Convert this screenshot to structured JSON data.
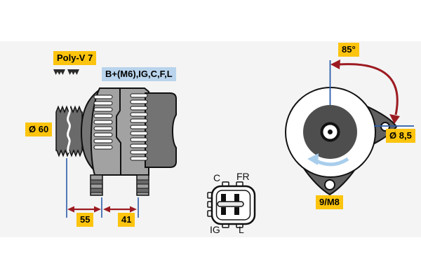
{
  "drawing": {
    "subject": "alternator-technical-drawing",
    "labels": {
      "belt_type": "Poly-V 7",
      "terminals": "B+(M6),IG,C,F,L",
      "pulley_diameter": "Ø 60",
      "dim_pulley_to_mount": "55",
      "dim_mount_span": "41",
      "mount_angle": "85°",
      "mount_hole_diameter": "Ø 8,5",
      "mount_thread": "9/M8"
    },
    "connector_pins": [
      {
        "label": "C"
      },
      {
        "label": "FR"
      },
      {
        "label": "IG"
      },
      {
        "label": "L"
      }
    ],
    "colors": {
      "callout_yellow": "#fcc40e",
      "callout_blue": "#b9d4ec",
      "dimension_line_blue": "#2b5ca9",
      "dimension_arrow_red": "#9c1b21",
      "rotation_arrow_blue": "#a9ceec"
    }
  }
}
